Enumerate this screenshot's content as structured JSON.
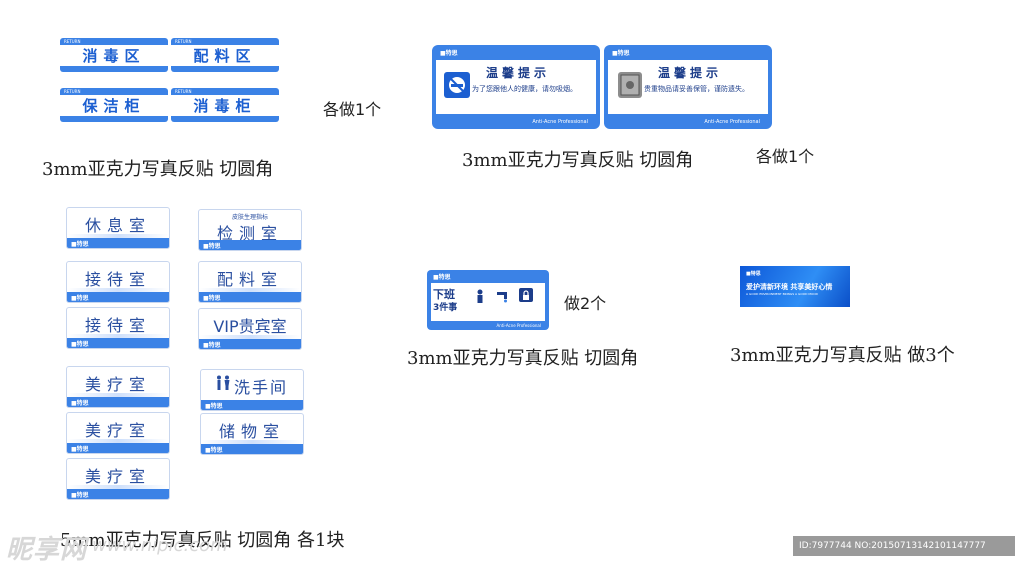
{
  "colors": {
    "accent": "#3b82e6",
    "text": "#1c5fd1"
  },
  "top_signs": {
    "tag": "RETURN",
    "items": [
      "消毒区",
      "配料区",
      "保洁柜",
      "消毒柜"
    ],
    "note": "各做1个",
    "caption": "3mm亚克力写真反贴 切圆角"
  },
  "warm_signs": {
    "brand": "■特思",
    "title": "温馨提示",
    "items": [
      {
        "icon": "no-smoking-icon",
        "desc": "为了您跟他人的健康，请勿吸烟。"
      },
      {
        "icon": "safe-icon",
        "desc": "贵重物品请妥善保管，谨防遗失。"
      }
    ],
    "footer": "Anti-Acne Professional",
    "caption": "3mm亚克力写真反贴 切圆角",
    "note": "各做1个"
  },
  "door_plates": {
    "brand": "■特思",
    "subtitle": "皮肤生理指标",
    "items": [
      "休息室",
      "检测室",
      "接待室",
      "配料室",
      "接待室",
      "VIP贵宾室",
      "美疗室",
      "洗手间",
      "美疗室",
      "储物室",
      "美疗室"
    ],
    "caption": "5mm亚克力写真反贴 切圆角 各1块"
  },
  "offwork_sign": {
    "brand": "■特思",
    "line1": "下班",
    "line2": "3件事",
    "footer": "Anti-Acne Professional",
    "note": "做2个",
    "caption": "3mm亚克力写真反贴 切圆角"
  },
  "banner": {
    "brand": "■特思",
    "slogan": "爱护清新环境 共享美好心情",
    "slogan_en": "A GOOD ENVIRONMENT BRINGS A GOOD MOOD",
    "caption": "3mm亚克力写真反贴 做3个"
  },
  "watermark": {
    "logo": "昵享网",
    "url": "www.nipic.com",
    "id": "ID:7977744 NO:20150713142101147777"
  }
}
